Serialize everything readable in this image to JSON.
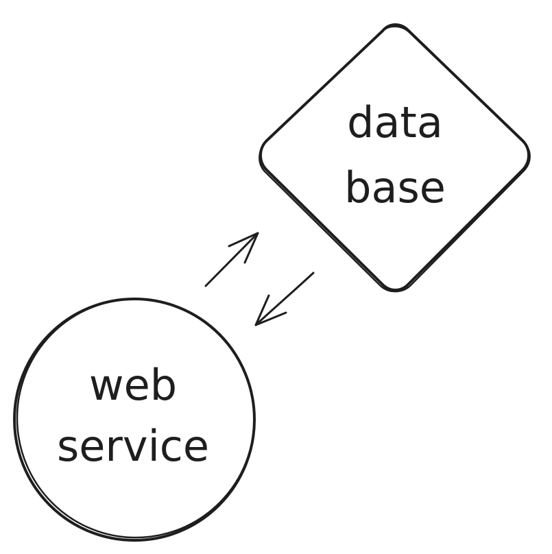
{
  "diagram": {
    "colors": {
      "stroke": "#1e1e1e",
      "background": "#ffffff"
    },
    "nodes": [
      {
        "id": "database",
        "shape": "diamond",
        "label_lines": [
          "data",
          "base"
        ]
      },
      {
        "id": "web-service",
        "shape": "ellipse",
        "label_lines": [
          "web",
          "service"
        ]
      }
    ],
    "edges": [
      {
        "from": "web-service",
        "to": "database",
        "arrowhead": "end"
      },
      {
        "from": "database",
        "to": "web-service",
        "arrowhead": "end"
      }
    ]
  }
}
